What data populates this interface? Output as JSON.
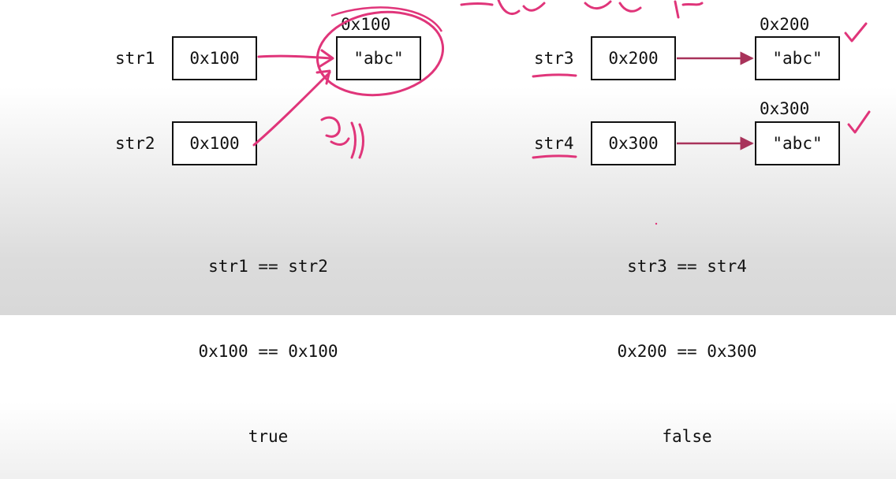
{
  "left": {
    "var1": {
      "label": "str1",
      "ref": "0x100"
    },
    "var2": {
      "label": "str2",
      "ref": "0x100"
    },
    "object": {
      "address": "0x100",
      "value": "\"abc\""
    },
    "result": {
      "line1": "str1 == str2",
      "line2": "0x100 == 0x100",
      "line3": "true"
    }
  },
  "right": {
    "var1": {
      "label": "str3",
      "ref": "0x200"
    },
    "var2": {
      "label": "str4",
      "ref": "0x300"
    },
    "object1": {
      "address": "0x200",
      "value": "\"abc\""
    },
    "object2": {
      "address": "0x300",
      "value": "\"abc\""
    },
    "result": {
      "line1": "str3 == str4",
      "line2": "0x200 == 0x300",
      "line3": "false"
    }
  },
  "colors": {
    "arrow": "#a8325a",
    "annotation": "#e0357a"
  }
}
